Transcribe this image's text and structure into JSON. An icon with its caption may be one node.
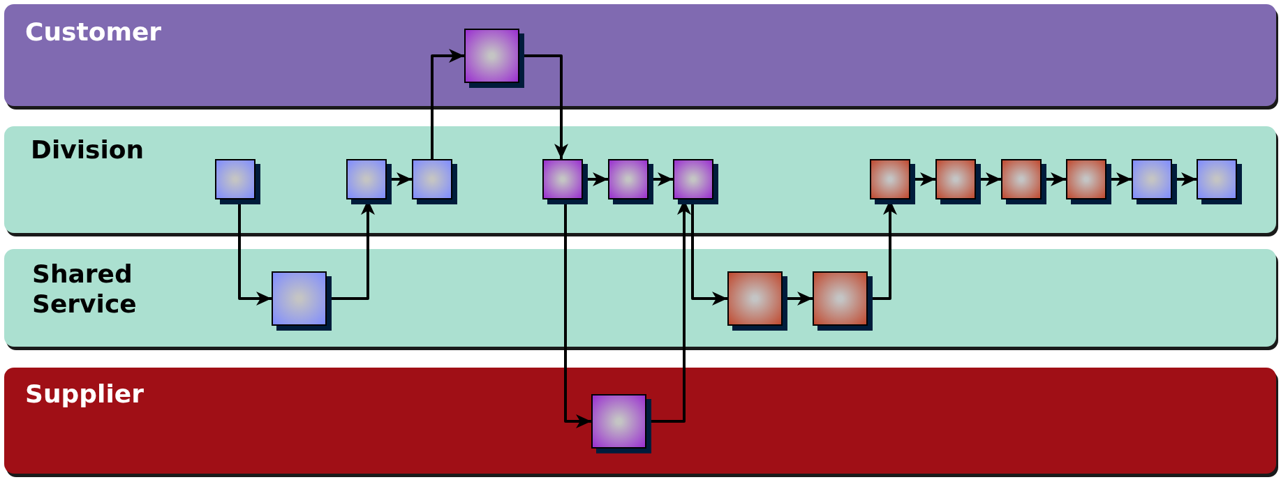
{
  "diagram": {
    "nodes": [
      {
        "text": [
          "Customer"
        ]
      },
      {
        "text": [],
        "shape": "box",
        "in": 0
      },
      {
        "text": [
          "Division"
        ]
      },
      {
        "text": [],
        "shape": "box",
        "in": 2
      },
      {
        "text": [],
        "shape": "box",
        "in": 2
      },
      {
        "text": [],
        "shape": "box",
        "in": 2
      },
      {
        "text": [],
        "shape": "box",
        "in": 2
      },
      {
        "text": [],
        "shape": "box",
        "in": 2
      },
      {
        "text": [],
        "shape": "box",
        "in": 2
      },
      {
        "text": [],
        "shape": "box",
        "in": 2
      },
      {
        "text": [],
        "shape": "box",
        "in": 2
      },
      {
        "text": [],
        "shape": "box",
        "in": 2
      },
      {
        "text": [],
        "shape": "box",
        "in": 2
      },
      {
        "text": [],
        "shape": "box",
        "in": 2
      },
      {
        "text": [],
        "shape": "box",
        "in": 2
      },
      {
        "text": [
          "Shared Service"
        ]
      },
      {
        "text": [],
        "shape": "box",
        "in": 15
      },
      {
        "text": [],
        "shape": "box",
        "in": 15
      },
      {
        "text": [],
        "shape": "box",
        "in": 15
      },
      {
        "text": [
          "Supplier"
        ]
      },
      {
        "text": [],
        "shape": "box",
        "in": 19
      }
    ],
    "edges": [
      {
        "from": 3,
        "to": 16,
        "arrow": "to"
      },
      {
        "from": 16,
        "to": 4,
        "arrow": "to"
      },
      {
        "from": 4,
        "to": 5,
        "arrow": "to"
      },
      {
        "from": 5,
        "to": 1,
        "arrow": "to"
      },
      {
        "from": 1,
        "to": 6,
        "arrow": "to"
      },
      {
        "from": 6,
        "to": 7,
        "arrow": "to"
      },
      {
        "from": 7,
        "to": 8,
        "arrow": "to"
      },
      {
        "from": 6,
        "to": 20,
        "arrow": "to"
      },
      {
        "from": 20,
        "to": 8,
        "arrow": "to"
      },
      {
        "from": 8,
        "to": 17,
        "arrow": "to"
      },
      {
        "from": 17,
        "to": 18,
        "arrow": "to"
      },
      {
        "from": 18,
        "to": 9,
        "arrow": "to"
      },
      {
        "from": 9,
        "to": 10,
        "arrow": "to"
      },
      {
        "from": 10,
        "to": 11,
        "arrow": "to"
      },
      {
        "from": 11,
        "to": 12,
        "arrow": "to"
      },
      {
        "from": 12,
        "to": 13,
        "arrow": "to"
      },
      {
        "from": 13,
        "to": 14,
        "arrow": "to"
      }
    ]
  }
}
